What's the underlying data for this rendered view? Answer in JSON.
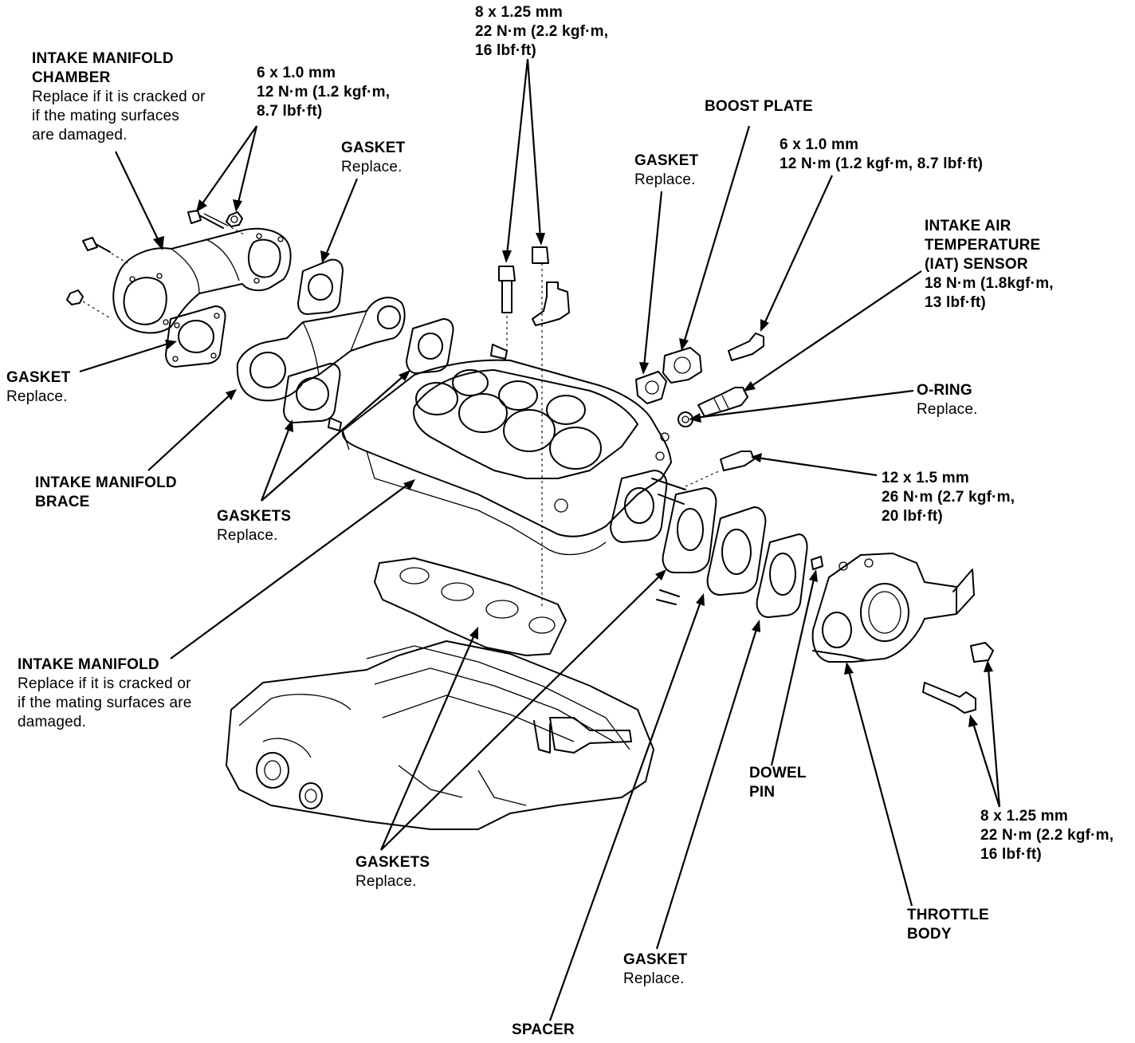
{
  "callouts": {
    "intake_manifold_chamber": {
      "title": "INTAKE MANIFOLD\nCHAMBER",
      "note": "Replace if it is cracked or\nif the mating surfaces\nare damaged."
    },
    "chamber_bolt_spec": {
      "title": "6 x 1.0 mm\n12 N·m (1.2 kgf·m,\n8.7 lbf·ft)"
    },
    "gasket_upper": {
      "title": "GASKET",
      "note": "Replace."
    },
    "top_bolt_spec": {
      "title": "8 x 1.25 mm\n22 N·m (2.2 kgf·m,\n16 lbf·ft)"
    },
    "boost_plate": {
      "title": "BOOST PLATE"
    },
    "gasket_boost": {
      "title": "GASKET",
      "note": "Replace."
    },
    "boost_bolt_spec": {
      "title": "6 x 1.0 mm\n12 N·m (1.2 kgf·m, 8.7 lbf·ft)"
    },
    "iat_sensor": {
      "title": "INTAKE AIR\nTEMPERATURE\n(IAT) SENSOR\n18 N·m (1.8kgf·m,\n13 lbf·ft)"
    },
    "o_ring": {
      "title": "O-RING",
      "note": "Replace."
    },
    "gasket_left": {
      "title": "GASKET",
      "note": "Replace."
    },
    "intake_manifold_brace": {
      "title": "INTAKE MANIFOLD\nBRACE"
    },
    "gaskets_mid": {
      "title": "GASKETS",
      "note": "Replace."
    },
    "stud_spec": {
      "title": "12 x 1.5 mm\n26 N·m (2.7 kgf·m,\n20 lbf·ft)"
    },
    "intake_manifold": {
      "title": "INTAKE MANIFOLD",
      "note": "Replace if it is cracked or\nif the mating surfaces are\ndamaged."
    },
    "dowel_pin": {
      "title": "DOWEL\nPIN"
    },
    "throttle_bolt_spec": {
      "title": "8 x 1.25 mm\n22 N·m (2.2 kgf·m,\n16 lbf·ft)"
    },
    "throttle_body": {
      "title": "THROTTLE\nBODY"
    },
    "gaskets_lower": {
      "title": "GASKETS",
      "note": "Replace."
    },
    "gasket_throttle": {
      "title": "GASKET",
      "note": "Replace."
    },
    "spacer": {
      "title": "SPACER"
    }
  }
}
